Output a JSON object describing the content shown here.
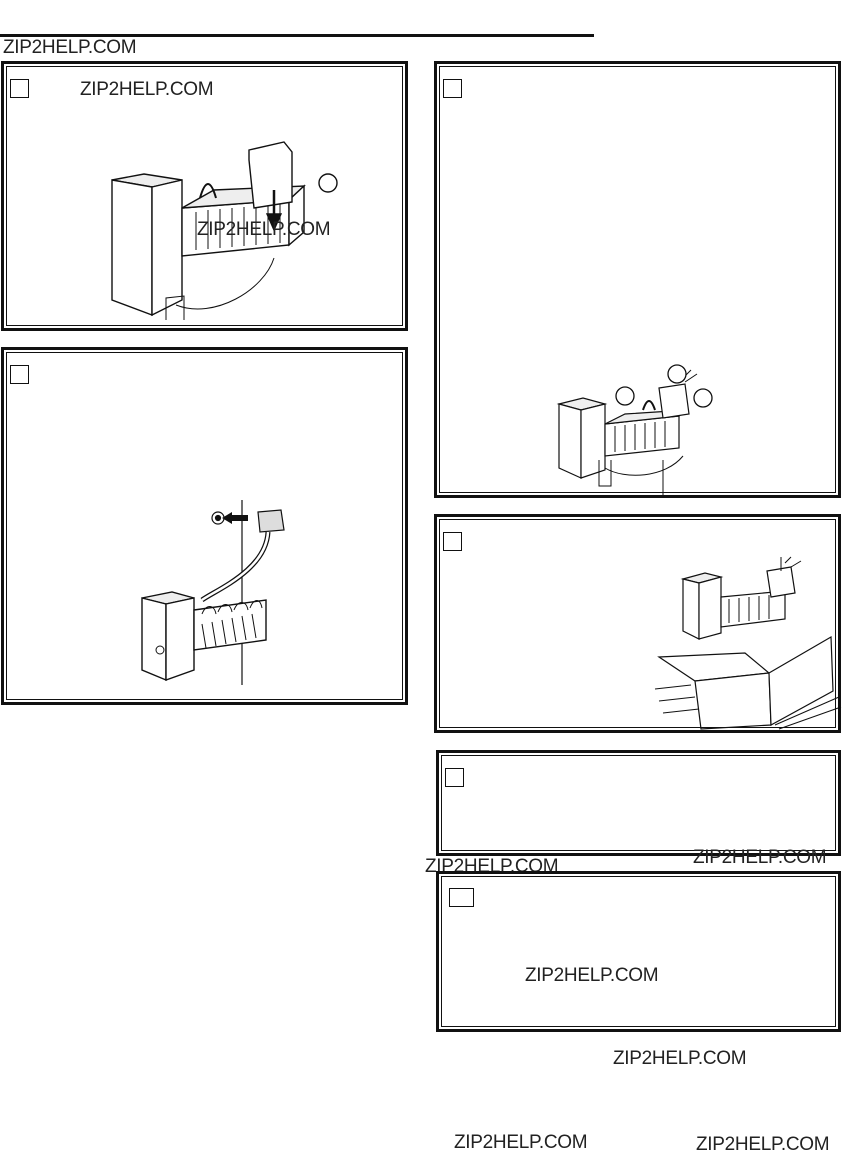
{
  "watermark": "ZIP2HELP.COM",
  "colors": {
    "ink": "#111111",
    "paper": "#ffffff",
    "shade": "#e6e6e6"
  },
  "panels": [
    {
      "name": "panel-install-bucket",
      "image": "ice-maker-with-bucket-arrow-down"
    },
    {
      "name": "panel-connect-plug",
      "image": "ice-maker-plug-into-wall-outlet"
    },
    {
      "name": "panel-ice-maker-parts",
      "image": "ice-maker-with-callout-circles"
    },
    {
      "name": "panel-ice-maker-bin",
      "image": "ice-maker-above-ice-bin"
    },
    {
      "name": "panel-step-empty-1",
      "image": ""
    },
    {
      "name": "panel-step-empty-2",
      "image": ""
    }
  ]
}
